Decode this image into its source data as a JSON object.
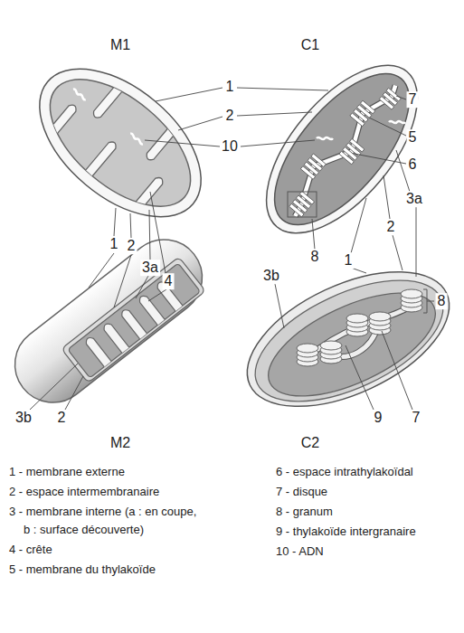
{
  "diagram": {
    "labels": [
      "M1",
      "C1",
      "1",
      "2",
      "10",
      "7",
      "5",
      "6",
      "3a",
      "2",
      "8",
      "1",
      "3b",
      "8",
      "9",
      "7",
      "1",
      "2",
      "3a",
      "4",
      "3b",
      "2",
      "M2",
      "C2",
      "1 - membrane externe",
      "2 - espace intermembranaire",
      "3 - membrane interne (a : en coupe, b : surface découverte)",
      "4 - crête",
      "5 - membrane du thylakoïde",
      "6 - espace intrathylakoïdal",
      "7 - disque",
      "8 - granum",
      "9 - thylakoïde intergranaire",
      "10 - ADN"
    ]
  }
}
